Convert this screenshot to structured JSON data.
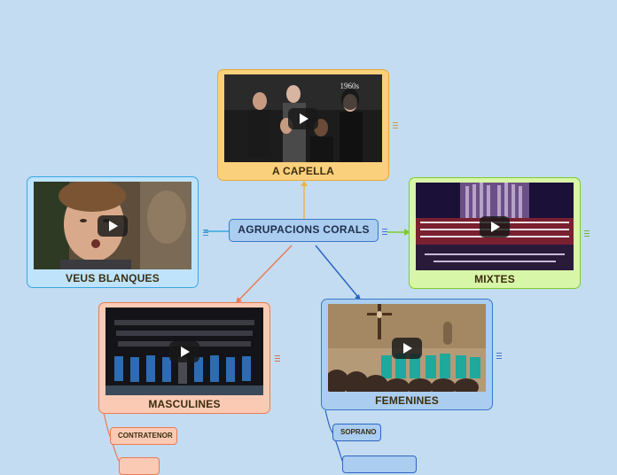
{
  "central_topic": {
    "label": "AGRUPACIONS CORALS"
  },
  "branches": [
    {
      "id": "a-capella",
      "label": "A CAPELLA",
      "thumb_caption": "1960s",
      "color": "#fbd07c",
      "border": "#e3a93f"
    },
    {
      "id": "veus-blanques",
      "label": "VEUS BLANQUES",
      "color": "#bfe3fb",
      "border": "#39a6e0"
    },
    {
      "id": "mixtes",
      "label": "MIXTES",
      "color": "#d8f6a8",
      "border": "#7ecb2b"
    },
    {
      "id": "masculines",
      "label": "MASCULINES",
      "color": "#fbcab5",
      "border": "#ec7a55"
    },
    {
      "id": "femenines",
      "label": "FEMENINES",
      "color": "#aacdf0",
      "border": "#3a78c8"
    }
  ],
  "subtopics": {
    "masculines": [
      "CONTRATENOR",
      ""
    ],
    "femenines": [
      "SOPRANO",
      ""
    ]
  },
  "colors": {
    "background": "#c3dcf1",
    "a_capella": "#e3a93f",
    "veus_blanques": "#39a6e0",
    "mixtes": "#7ecb2b",
    "masculines": "#ec7a55",
    "femenines": "#2c66c2"
  }
}
